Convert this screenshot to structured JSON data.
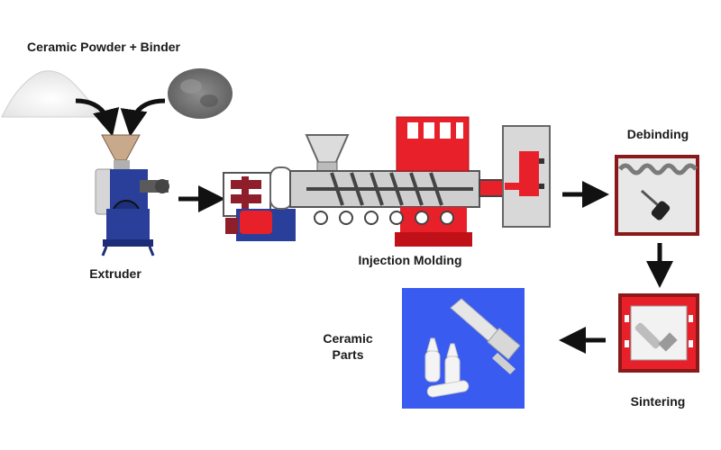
{
  "labels": {
    "input": "Ceramic Powder + Binder",
    "extruder": "Extruder",
    "injection": "Injection Molding",
    "debinding": "Debinding",
    "sintering": "Sintering",
    "parts_line1": "Ceramic",
    "parts_line2": "Parts"
  },
  "colors": {
    "machine_red": "#e8202a",
    "machine_blue": "#2a3f9a",
    "parts_panel": "#3a5bf0",
    "steel_grey": "#c8c8c8",
    "furnace_frame": "#8a1a1a",
    "arrow": "#111111"
  },
  "icons": {
    "flow": "right-arrow",
    "down": "down-arrow",
    "back": "left-arrow"
  }
}
